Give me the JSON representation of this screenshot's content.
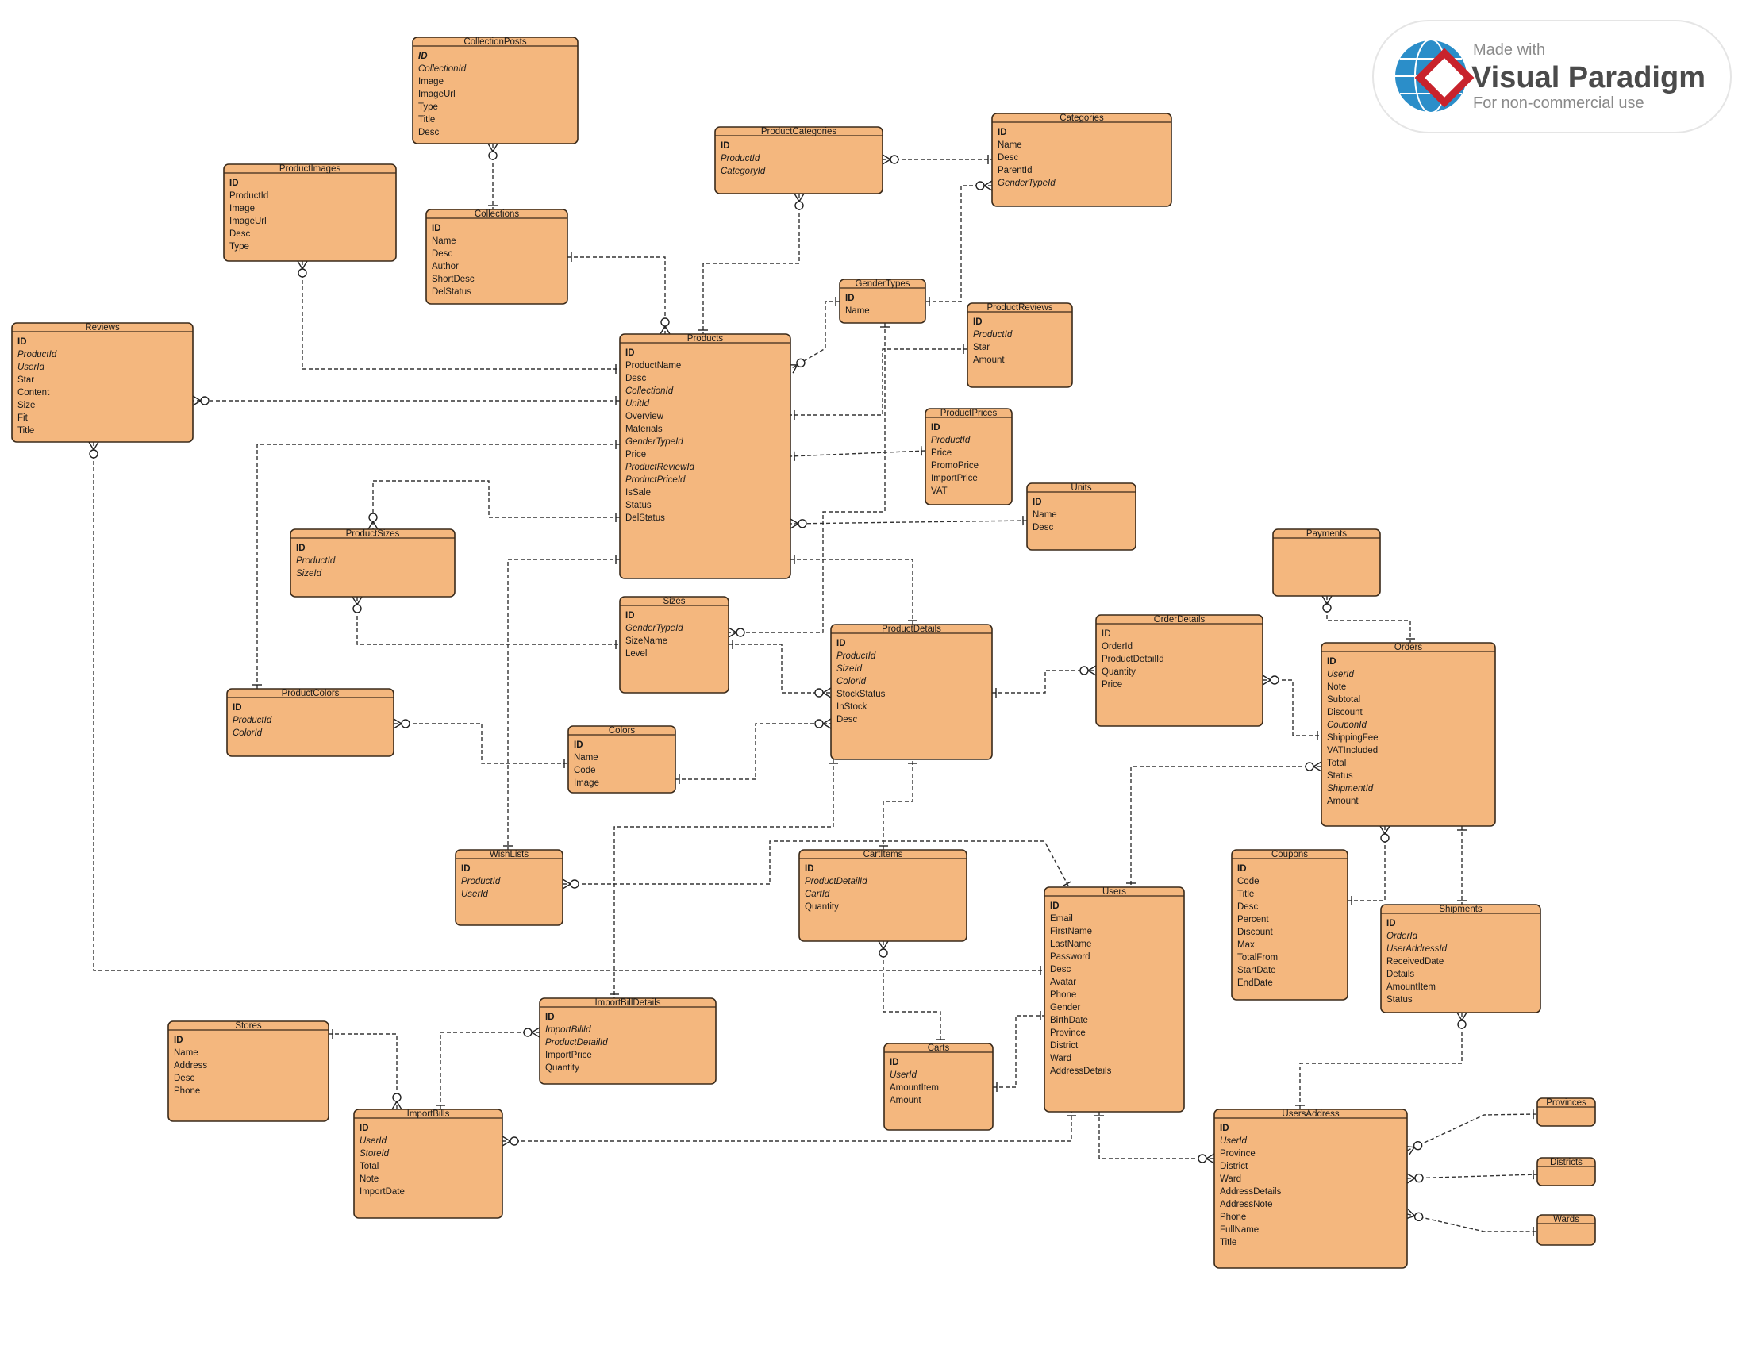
{
  "watermark": {
    "made_with": "Made with",
    "brand": "Visual Paradigm",
    "note": "For non-commercial use"
  },
  "colors": {
    "entity_fill": "#f4b77e",
    "entity_border": "#3a2a1a",
    "relation_line": "#333333"
  },
  "entities": [
    {
      "id": "CollectionPosts",
      "name": "CollectionPosts",
      "fields": [
        {
          "n": "ID",
          "k": "pk",
          "i": 1
        },
        {
          "n": "CollectionId",
          "k": "fk"
        },
        {
          "n": "Image"
        },
        {
          "n": "ImageUrl"
        },
        {
          "n": "Type"
        },
        {
          "n": "Title"
        },
        {
          "n": "Desc"
        }
      ]
    },
    {
      "id": "ProductImages",
      "name": "ProductImages",
      "fields": [
        {
          "n": "ID",
          "k": "pk"
        },
        {
          "n": "ProductId"
        },
        {
          "n": "Image"
        },
        {
          "n": "ImageUrl"
        },
        {
          "n": "Desc"
        },
        {
          "n": "Type"
        }
      ]
    },
    {
      "id": "Collections",
      "name": "Collections",
      "fields": [
        {
          "n": "ID",
          "k": "pk"
        },
        {
          "n": "Name"
        },
        {
          "n": "Desc"
        },
        {
          "n": "Author"
        },
        {
          "n": "ShortDesc"
        },
        {
          "n": "DelStatus"
        }
      ]
    },
    {
      "id": "ProductCategories",
      "name": "ProductCategories",
      "fields": [
        {
          "n": "ID",
          "k": "pk"
        },
        {
          "n": "ProductId",
          "k": "fk"
        },
        {
          "n": "CategoryId",
          "k": "fk"
        }
      ]
    },
    {
      "id": "Categories",
      "name": "Categories",
      "fields": [
        {
          "n": "ID",
          "k": "pk"
        },
        {
          "n": "Name"
        },
        {
          "n": "Desc"
        },
        {
          "n": "ParentId"
        },
        {
          "n": "GenderTypeId",
          "k": "fk"
        }
      ]
    },
    {
      "id": "GenderTypes",
      "name": "GenderTypes",
      "fields": [
        {
          "n": "ID",
          "k": "pk"
        },
        {
          "n": "Name"
        }
      ]
    },
    {
      "id": "ProductReviews",
      "name": "ProductReviews",
      "fields": [
        {
          "n": "ID",
          "k": "pk"
        },
        {
          "n": "ProductId",
          "k": "fk"
        },
        {
          "n": "Star"
        },
        {
          "n": "Amount"
        }
      ]
    },
    {
      "id": "Reviews",
      "name": "Reviews",
      "fields": [
        {
          "n": "ID",
          "k": "pk"
        },
        {
          "n": "ProductId",
          "k": "fk"
        },
        {
          "n": "UserId",
          "k": "fk"
        },
        {
          "n": "Star"
        },
        {
          "n": "Content"
        },
        {
          "n": "Size"
        },
        {
          "n": "Fit"
        },
        {
          "n": "Title"
        }
      ]
    },
    {
      "id": "Products",
      "name": "Products",
      "fields": [
        {
          "n": "ID",
          "k": "pk"
        },
        {
          "n": "ProductName"
        },
        {
          "n": "Desc"
        },
        {
          "n": "CollectionId",
          "k": "fk"
        },
        {
          "n": "UnitId",
          "k": "fk"
        },
        {
          "n": "Overview"
        },
        {
          "n": "Materials"
        },
        {
          "n": "GenderTypeId",
          "k": "fk"
        },
        {
          "n": "Price"
        },
        {
          "n": "ProductReviewId",
          "k": "fk"
        },
        {
          "n": "ProductPriceId",
          "k": "fk"
        },
        {
          "n": "IsSale"
        },
        {
          "n": "Status"
        },
        {
          "n": "DelStatus"
        }
      ]
    },
    {
      "id": "ProductPrices",
      "name": "ProductPrices",
      "fields": [
        {
          "n": "ID",
          "k": "pk"
        },
        {
          "n": "ProductId",
          "k": "fk"
        },
        {
          "n": "Price"
        },
        {
          "n": "PromoPrice"
        },
        {
          "n": "ImportPrice"
        },
        {
          "n": "VAT"
        }
      ]
    },
    {
      "id": "Units",
      "name": "Units",
      "fields": [
        {
          "n": "ID",
          "k": "pk"
        },
        {
          "n": "Name"
        },
        {
          "n": "Desc"
        }
      ]
    },
    {
      "id": "Payments",
      "name": "Payments",
      "fields": []
    },
    {
      "id": "ProductSizes",
      "name": "ProductSizes",
      "fields": [
        {
          "n": "ID",
          "k": "pk"
        },
        {
          "n": "ProductId",
          "k": "fk"
        },
        {
          "n": "SizeId",
          "k": "fk"
        }
      ]
    },
    {
      "id": "Sizes",
      "name": "Sizes",
      "fields": [
        {
          "n": "ID",
          "k": "pk"
        },
        {
          "n": "GenderTypeId",
          "k": "fk"
        },
        {
          "n": "SizeName"
        },
        {
          "n": "Level"
        }
      ]
    },
    {
      "id": "ProductDetails",
      "name": "ProductDetails",
      "fields": [
        {
          "n": "ID",
          "k": "pk"
        },
        {
          "n": "ProductId",
          "k": "fk"
        },
        {
          "n": "SizeId",
          "k": "fk"
        },
        {
          "n": "ColorId",
          "k": "fk"
        },
        {
          "n": "StockStatus"
        },
        {
          "n": "InStock"
        },
        {
          "n": "Desc"
        }
      ]
    },
    {
      "id": "OrderDetails",
      "name": "OrderDetails",
      "fields": [
        {
          "n": "ID"
        },
        {
          "n": "OrderId"
        },
        {
          "n": "ProductDetailId"
        },
        {
          "n": "Quantity"
        },
        {
          "n": "Price"
        }
      ]
    },
    {
      "id": "Orders",
      "name": "Orders",
      "fields": [
        {
          "n": "ID",
          "k": "pk"
        },
        {
          "n": "UserId",
          "k": "fk"
        },
        {
          "n": "Note"
        },
        {
          "n": "Subtotal"
        },
        {
          "n": "Discount"
        },
        {
          "n": "CouponId",
          "k": "fk"
        },
        {
          "n": "ShippingFee"
        },
        {
          "n": "VATIncluded"
        },
        {
          "n": "Total"
        },
        {
          "n": "Status"
        },
        {
          "n": "ShipmentId",
          "k": "fk"
        },
        {
          "n": "Amount"
        }
      ]
    },
    {
      "id": "ProductColors",
      "name": "ProductColors",
      "fields": [
        {
          "n": "ID",
          "k": "pk"
        },
        {
          "n": "ProductId",
          "k": "fk"
        },
        {
          "n": "ColorId",
          "k": "fk"
        }
      ]
    },
    {
      "id": "Colors",
      "name": "Colors",
      "fields": [
        {
          "n": "ID",
          "k": "pk"
        },
        {
          "n": "Name"
        },
        {
          "n": "Code"
        },
        {
          "n": "Image"
        }
      ]
    },
    {
      "id": "WishLists",
      "name": "WishLists",
      "fields": [
        {
          "n": "ID",
          "k": "pk"
        },
        {
          "n": "ProductId",
          "k": "fk"
        },
        {
          "n": "UserId",
          "k": "fk"
        }
      ]
    },
    {
      "id": "CartItems",
      "name": "CartItems",
      "fields": [
        {
          "n": "ID",
          "k": "pk"
        },
        {
          "n": "ProductDetailId",
          "k": "fk"
        },
        {
          "n": "CartId",
          "k": "fk"
        },
        {
          "n": "Quantity"
        }
      ]
    },
    {
      "id": "Users",
      "name": "Users",
      "fields": [
        {
          "n": "ID",
          "k": "pk"
        },
        {
          "n": "Email"
        },
        {
          "n": "FirstName"
        },
        {
          "n": "LastName"
        },
        {
          "n": "Password"
        },
        {
          "n": "Desc"
        },
        {
          "n": "Avatar"
        },
        {
          "n": "Phone"
        },
        {
          "n": "Gender"
        },
        {
          "n": "BirthDate"
        },
        {
          "n": "Province"
        },
        {
          "n": "District"
        },
        {
          "n": "Ward"
        },
        {
          "n": "AddressDetails"
        }
      ]
    },
    {
      "id": "Coupons",
      "name": "Coupons",
      "fields": [
        {
          "n": "ID",
          "k": "pk"
        },
        {
          "n": "Code"
        },
        {
          "n": "Title"
        },
        {
          "n": "Desc"
        },
        {
          "n": "Percent"
        },
        {
          "n": "Discount"
        },
        {
          "n": "Max"
        },
        {
          "n": "TotalFrom"
        },
        {
          "n": "StartDate"
        },
        {
          "n": "EndDate"
        }
      ]
    },
    {
      "id": "Shipments",
      "name": "Shipments",
      "fields": [
        {
          "n": "ID",
          "k": "pk"
        },
        {
          "n": "OrderId",
          "k": "fk"
        },
        {
          "n": "UserAddressId",
          "k": "fk"
        },
        {
          "n": "ReceivedDate"
        },
        {
          "n": "Details"
        },
        {
          "n": "AmountItem"
        },
        {
          "n": "Status"
        }
      ]
    },
    {
      "id": "Stores",
      "name": "Stores",
      "fields": [
        {
          "n": "ID",
          "k": "pk"
        },
        {
          "n": "Name"
        },
        {
          "n": "Address"
        },
        {
          "n": "Desc"
        },
        {
          "n": "Phone"
        }
      ]
    },
    {
      "id": "ImportBillDetails",
      "name": "ImportBillDetails",
      "fields": [
        {
          "n": "ID",
          "k": "pk"
        },
        {
          "n": "ImportBillId",
          "k": "fk"
        },
        {
          "n": "ProductDetailId",
          "k": "fk"
        },
        {
          "n": "ImportPrice"
        },
        {
          "n": "Quantity"
        }
      ]
    },
    {
      "id": "Carts",
      "name": "Carts",
      "fields": [
        {
          "n": "ID",
          "k": "pk"
        },
        {
          "n": "UserId",
          "k": "fk"
        },
        {
          "n": "AmountItem"
        },
        {
          "n": "Amount"
        }
      ]
    },
    {
      "id": "ImportBills",
      "name": "ImportBills",
      "fields": [
        {
          "n": "ID",
          "k": "pk"
        },
        {
          "n": "UserId",
          "k": "fk"
        },
        {
          "n": "StoreId",
          "k": "fk"
        },
        {
          "n": "Total"
        },
        {
          "n": "Note"
        },
        {
          "n": "ImportDate"
        }
      ]
    },
    {
      "id": "UsersAddress",
      "name": "UsersAddress",
      "fields": [
        {
          "n": "ID",
          "k": "pk"
        },
        {
          "n": "UserId",
          "k": "fk"
        },
        {
          "n": "Province"
        },
        {
          "n": "District"
        },
        {
          "n": "Ward"
        },
        {
          "n": "AddressDetails"
        },
        {
          "n": "AddressNote"
        },
        {
          "n": "Phone"
        },
        {
          "n": "FullName"
        },
        {
          "n": "Title"
        }
      ]
    },
    {
      "id": "Provinces",
      "name": "Provinces",
      "fields": []
    },
    {
      "id": "Districts",
      "name": "Districts",
      "fields": []
    },
    {
      "id": "Wards",
      "name": "Wards",
      "fields": []
    }
  ],
  "relationships": [
    {
      "from": "CollectionPosts",
      "to": "Collections"
    },
    {
      "from": "Collections",
      "to": "Products"
    },
    {
      "from": "ProductImages",
      "to": "Products"
    },
    {
      "from": "ProductCategories",
      "to": "Products"
    },
    {
      "from": "ProductCategories",
      "to": "Categories"
    },
    {
      "from": "Categories",
      "to": "GenderTypes"
    },
    {
      "from": "GenderTypes",
      "to": "Products"
    },
    {
      "from": "GenderTypes",
      "to": "Sizes"
    },
    {
      "from": "ProductReviews",
      "to": "Products"
    },
    {
      "from": "ProductPrices",
      "to": "Products"
    },
    {
      "from": "Units",
      "to": "Products"
    },
    {
      "from": "Reviews",
      "to": "Products"
    },
    {
      "from": "Reviews",
      "to": "Users"
    },
    {
      "from": "ProductSizes",
      "to": "Products"
    },
    {
      "from": "ProductSizes",
      "to": "Sizes"
    },
    {
      "from": "ProductColors",
      "to": "Products"
    },
    {
      "from": "ProductColors",
      "to": "Colors"
    },
    {
      "from": "WishLists",
      "to": "Products"
    },
    {
      "from": "WishLists",
      "to": "Users"
    },
    {
      "from": "ProductDetails",
      "to": "Products"
    },
    {
      "from": "ProductDetails",
      "to": "Sizes"
    },
    {
      "from": "ProductDetails",
      "to": "Colors"
    },
    {
      "from": "OrderDetails",
      "to": "ProductDetails"
    },
    {
      "from": "OrderDetails",
      "to": "Orders"
    },
    {
      "from": "Payments",
      "to": "Orders"
    },
    {
      "from": "Orders",
      "to": "Users"
    },
    {
      "from": "Orders",
      "to": "Coupons"
    },
    {
      "from": "Orders",
      "to": "Shipments"
    },
    {
      "from": "CartItems",
      "to": "ProductDetails"
    },
    {
      "from": "CartItems",
      "to": "Carts"
    },
    {
      "from": "Carts",
      "to": "Users"
    },
    {
      "from": "ImportBillDetails",
      "to": "ProductDetails"
    },
    {
      "from": "ImportBillDetails",
      "to": "ImportBills"
    },
    {
      "from": "ImportBills",
      "to": "Stores"
    },
    {
      "from": "ImportBills",
      "to": "Users"
    },
    {
      "from": "Shipments",
      "to": "UsersAddress"
    },
    {
      "from": "UsersAddress",
      "to": "Users"
    },
    {
      "from": "UsersAddress",
      "to": "Provinces"
    },
    {
      "from": "UsersAddress",
      "to": "Districts"
    },
    {
      "from": "UsersAddress",
      "to": "Wards"
    }
  ]
}
